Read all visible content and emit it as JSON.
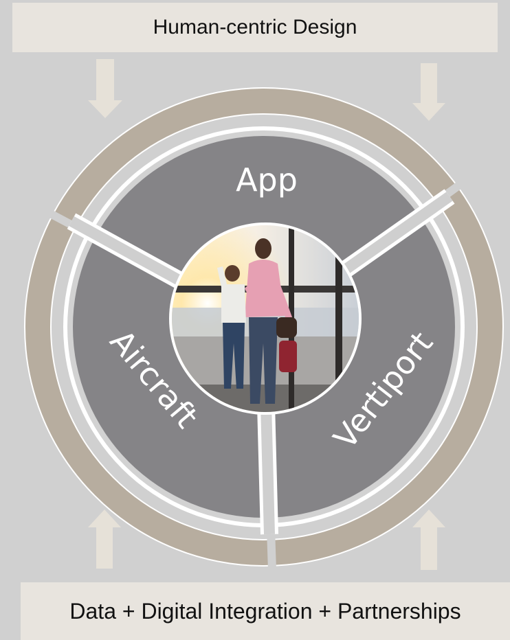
{
  "top_banner": {
    "label": "Human-centric Design"
  },
  "bottom_banner": {
    "label": "Data + Digital Integration + Partnerships"
  },
  "segments": {
    "app": "App",
    "aircraft": "Aircraft",
    "vertiport": "Vertiport"
  },
  "photo": {
    "description": "Mother and child at airport window"
  },
  "colors": {
    "background": "#d0d0d0",
    "banner": "#e8e4de",
    "ring": "#b7ad9f",
    "segment": "#858487",
    "arrow": "#e6e1d8"
  }
}
